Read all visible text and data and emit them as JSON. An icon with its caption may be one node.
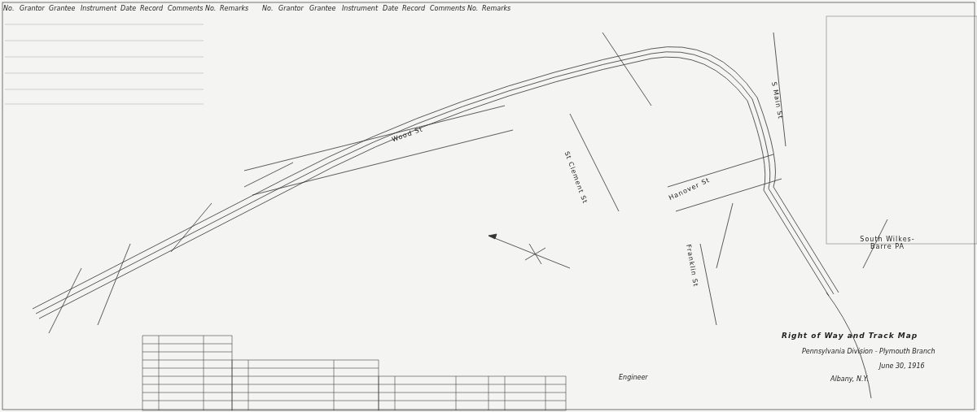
{
  "diagram": {
    "title": "Right of Way and Track Map",
    "labels": [
      "No.",
      "Grantor",
      "Grantee",
      "Instrument",
      "Date",
      "Record",
      "Comments No.",
      "Remarks",
      "No.",
      "Grantor",
      "Grantee",
      "Instrument",
      "Date",
      "Record",
      "Comments No.",
      "Remarks",
      "Wood St",
      "St Clement St",
      "S Main St",
      "Hanover St",
      "Franklin St",
      "South Wilkes-Barre PA",
      "Engineer",
      "Pennsylvania Division - Plymouth Branch",
      "June 30, 1916",
      "Albany, N.Y."
    ]
  }
}
